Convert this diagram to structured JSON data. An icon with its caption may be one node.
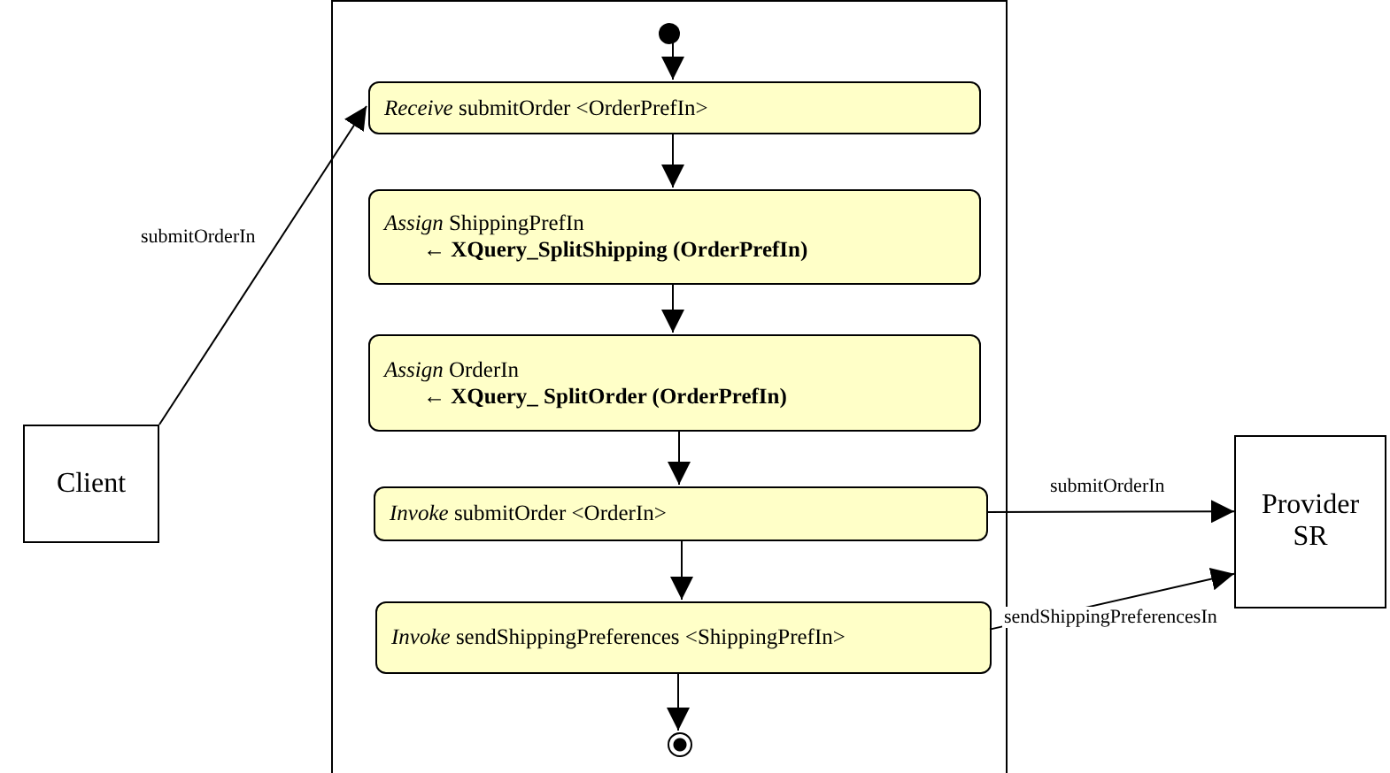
{
  "diagram": {
    "nodes": [
      {
        "text": [],
        "shape": "box"
      },
      {
        "text": [],
        "shape": "circle",
        "in": 0
      },
      {
        "text": [
          "*Receive* submitOrder <OrderPrefIn>"
        ],
        "in": 0
      },
      {
        "text": [
          "*Assign* ShippingPrefIn",
          "← XQuery_SplitShipping (OrderPrefIn)"
        ],
        "in": 0
      },
      {
        "text": [
          "*Assign* OrderIn",
          "← XQuery_ SplitOrder (OrderPrefIn)"
        ],
        "in": 0
      },
      {
        "text": [
          "*Invoke* submitOrder <OrderIn>"
        ],
        "in": 0
      },
      {
        "text": [
          "*Invoke* sendShippingPreferences <ShippingPrefIn>"
        ],
        "in": 0
      },
      {
        "text": [],
        "shape": "bullseye",
        "in": 0
      },
      {
        "text": [
          "Client"
        ]
      },
      {
        "text": [
          "Provider SR"
        ]
      }
    ],
    "edges": [
      {
        "from": 1,
        "to": 2,
        "arrow": "to"
      },
      {
        "from": 2,
        "to": 3,
        "arrow": "to"
      },
      {
        "from": 3,
        "to": 4,
        "arrow": "to"
      },
      {
        "from": 4,
        "to": 5,
        "arrow": "to"
      },
      {
        "from": 5,
        "to": 6,
        "arrow": "to"
      },
      {
        "from": 6,
        "to": 7,
        "arrow": "to"
      },
      {
        "from": 8,
        "to": 2,
        "arrow": "to",
        "label": "submitOrderIn"
      },
      {
        "from": 5,
        "to": 9,
        "arrow": "to",
        "label": "submitOrderIn"
      },
      {
        "from": 6,
        "to": 9,
        "arrow": "to",
        "label": "sendShippingPreferencesIn"
      }
    ]
  }
}
